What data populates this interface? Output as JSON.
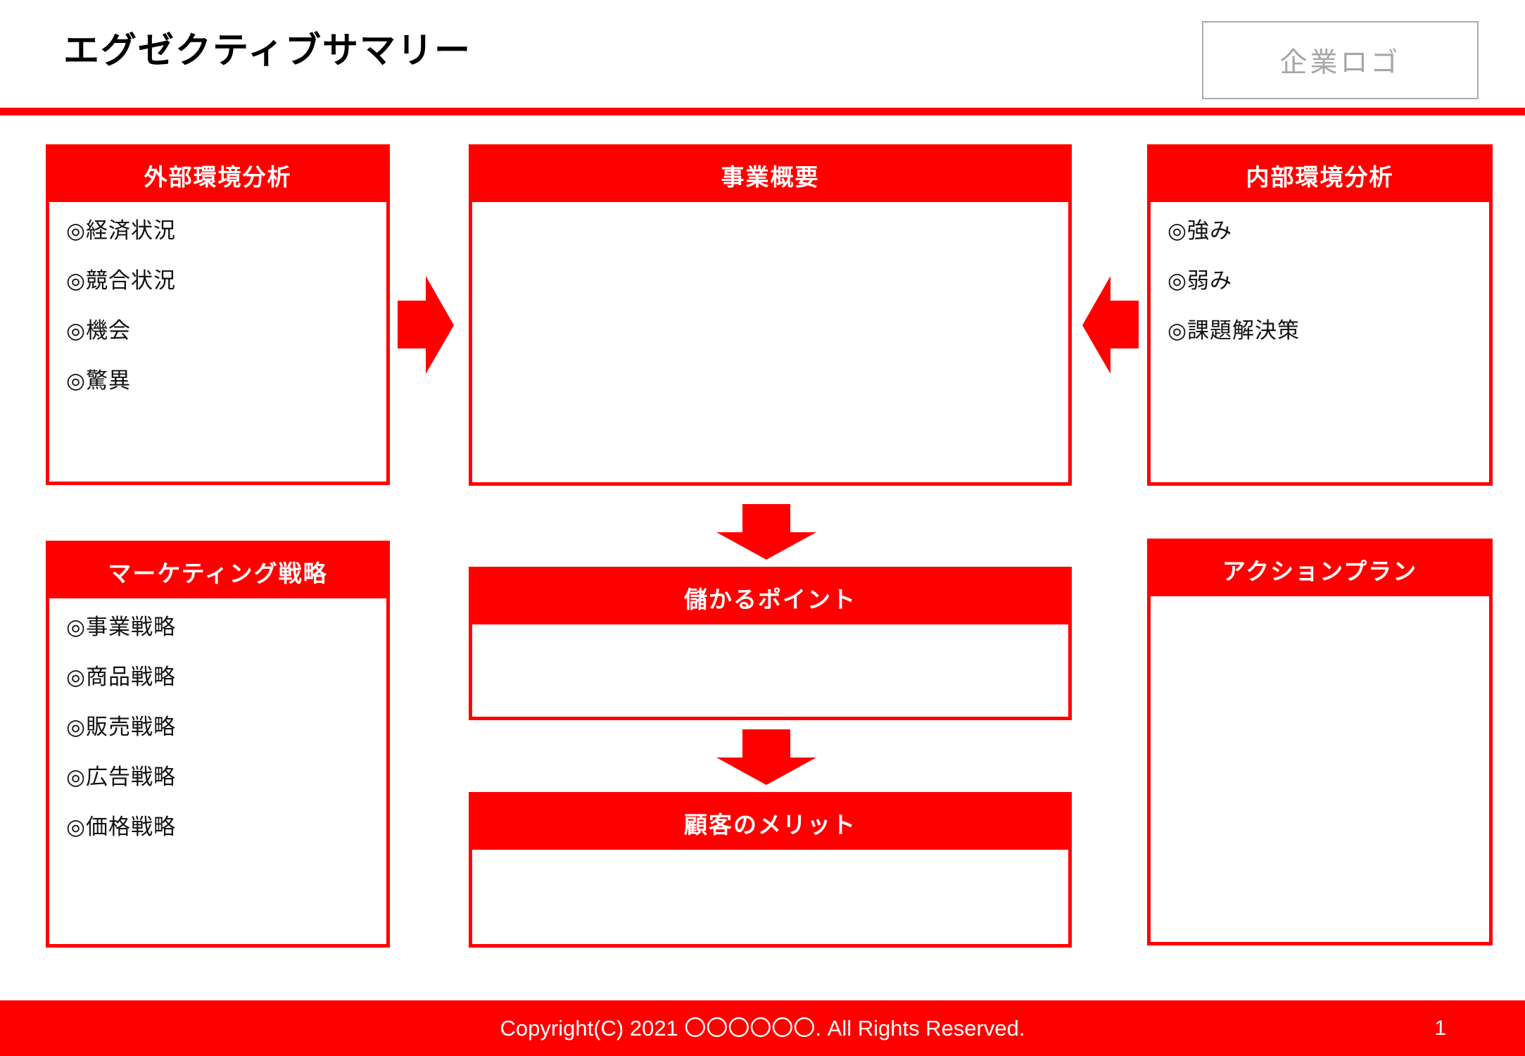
{
  "header": {
    "title": "エグゼクティブサマリー",
    "logo_text": "企業ロゴ"
  },
  "boxes": {
    "external": {
      "title": "外部環境分析",
      "items": [
        "◎経済状況",
        "◎競合状況",
        "◎機会",
        "◎驚異"
      ]
    },
    "overview": {
      "title": "事業概要"
    },
    "internal": {
      "title": "内部環境分析",
      "items": [
        "◎強み",
        "◎弱み",
        "◎課題解決策"
      ]
    },
    "marketing": {
      "title": "マーケティング戦略",
      "items": [
        "◎事業戦略",
        "◎商品戦略",
        "◎販売戦略",
        "◎広告戦略",
        "◎価格戦略"
      ]
    },
    "profit": {
      "title": "儲かるポイント"
    },
    "customer": {
      "title": "顧客のメリット"
    },
    "action": {
      "title": "アクションプラン"
    }
  },
  "footer": {
    "copyright": "Copyright(C) 2021 〇〇〇〇〇〇. All Rights Reserved.",
    "page_number": "1"
  },
  "colors": {
    "accent_red": "#ff0000",
    "logo_gray": "#a6a6a6",
    "text_black": "#121212"
  }
}
